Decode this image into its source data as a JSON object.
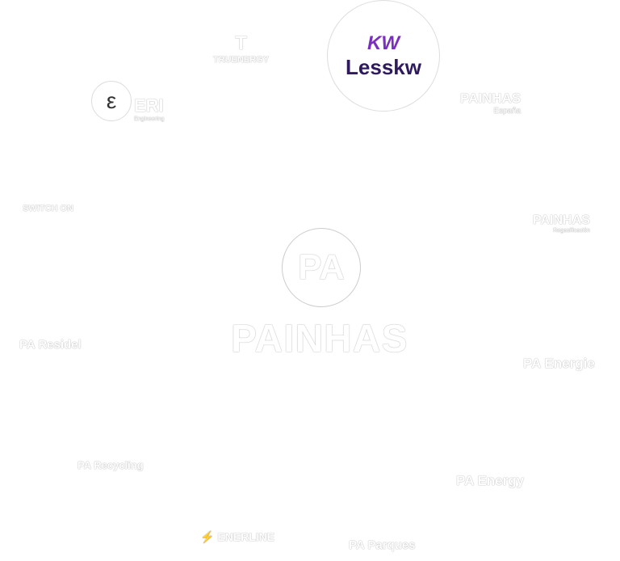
{
  "center": {
    "mark": "PA",
    "name": "PAINHAS"
  },
  "featured": {
    "name": "Lesskw",
    "mark": "KW",
    "color": "#2e1a5c",
    "accent": "#7b2fbf"
  },
  "logos": [
    {
      "name": "TRUENERGY"
    },
    {
      "name": "ERI",
      "sub": "Engineering"
    },
    {
      "name": "PAINHAS",
      "sub": "España"
    },
    {
      "name": "PAINHAS",
      "sub": "Regasificación"
    },
    {
      "name": "SWITCH ON"
    },
    {
      "name": "PA Residel"
    },
    {
      "name": "PA Energie"
    },
    {
      "name": "PA Recycling"
    },
    {
      "name": "PA Energy"
    },
    {
      "name": "ENERLINE"
    },
    {
      "name": "PA Parques"
    }
  ]
}
